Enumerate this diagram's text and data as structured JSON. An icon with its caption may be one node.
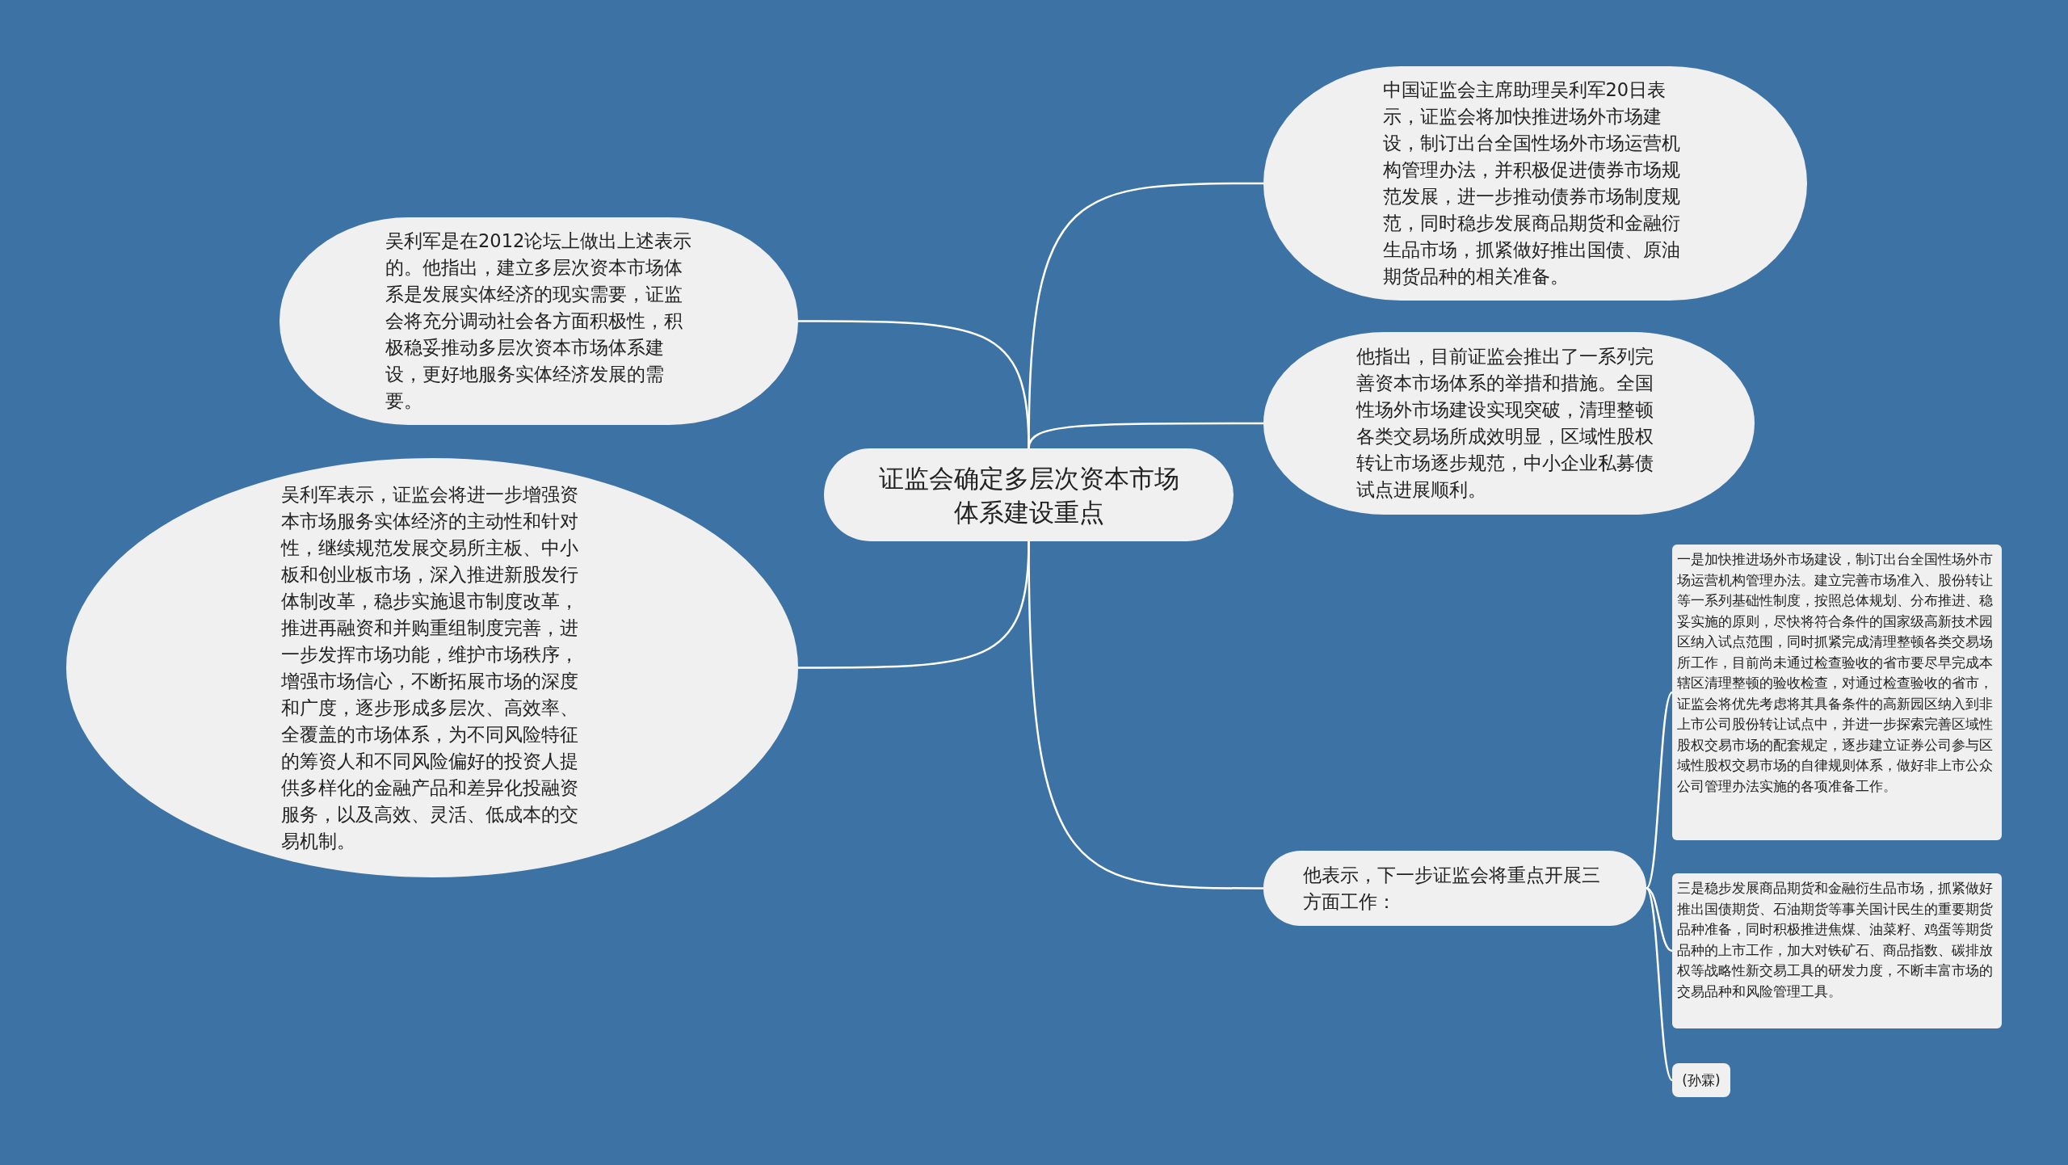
{
  "diagram": {
    "nodes": [
      {
        "text": [
          "证监会确定多层次资本市场体系建设重点"
        ]
      },
      {
        "text": [
          "中国证监会主席助理吴利军20日表示，证监会将加快推进场外市场建设，制订出台全国性场外市场运营机构管理办法，并积极促进债券市场规范发展，进一步推动债券市场制度规范，同时稳步发展商品期货和金融衍生品市场，抓紧做好推出国债、原油期货品种的相关准备。"
        ]
      },
      {
        "text": [
          "吴利军是在2012论坛上做出上述表示的。他指出，建立多层次资本市场体系是发展实体经济的现实需要，证监会将充分调动社会各方面积极性，积极稳妥推动多层次资本市场体系建设，更好地服务实体经济发展的需要。"
        ]
      },
      {
        "text": [
          "他指出，目前证监会推出了一系列完善资本市场体系的举措和措施。全国性场外市场建设实现突破，清理整顿各类交易场所成效明显，区域性股权转让市场逐步规范，中小企业私募债试点进展顺利。"
        ]
      },
      {
        "text": [
          "吴利军表示，证监会将进一步增强资本市场服务实体经济的主动性和针对性，继续规范发展交易所主板、中小板和创业板市场，深入推进新股发行体制改革，稳步实施退市制度改革，推进再融资和并购重组制度完善，进一步发挥市场功能，维护市场秩序，增强市场信心，不断拓展市场的深度和广度，逐步形成多层次、高效率、全覆盖的市场体系，为不同风险特征的筹资人和不同风险偏好的投资人提供多样化的金融产品和差异化投融资服务，以及高效、灵活、低成本的交易机制。"
        ]
      },
      {
        "text": [
          "他表示，下一步证监会将重点开展三方面工作："
        ]
      },
      {
        "text": [
          "一是加快推进场外市场建设，制订出台全国性场外市场运营机构管理办法。建立完善市场准入、股份转让等一系列基础性制度，按照总体规划、分布推进、稳妥实施的原则，尽快将符合条件的国家级高新技术园区纳入试点范围，同时抓紧完成清理整顿各类交易场所工作，目前尚未通过检查验收的省市要尽早完成本辖区清理整顿的验收检查，对通过检查验收的省市，证监会将优先考虑将其具备条件的高新园区纳入到非上市公司股份转让试点中，并进一步探索完善区域性股权交易市场的配套规定，逐步建立证券公司参与区域性股权交易市场的自律规则体系，做好非上市公众公司管理办法实施的各项准备工作。"
        ]
      },
      {
        "text": [
          "三是稳步发展商品期货和金融衍生品市场，抓紧做好推出国债期货、石油期货等事关国计民生的重要期货品种准备，同时积极推进焦煤、油菜籽、鸡蛋等期货品种的上市工作，加大对铁矿石、商品指数、碳排放权等战略性新交易工具的研发力度，不断丰富市场的交易品种和风险管理工具。"
        ]
      },
      {
        "text": [
          "(孙霖)"
        ]
      }
    ],
    "edges": [
      {
        "from": 0,
        "to": 1,
        "arrow": "none"
      },
      {
        "from": 0,
        "to": 2,
        "arrow": "none"
      },
      {
        "from": 0,
        "to": 3,
        "arrow": "none"
      },
      {
        "from": 0,
        "to": 4,
        "arrow": "none"
      },
      {
        "from": 0,
        "to": 5,
        "arrow": "none"
      },
      {
        "from": 5,
        "to": 6,
        "arrow": "none"
      },
      {
        "from": 5,
        "to": 7,
        "arrow": "none"
      },
      {
        "from": 5,
        "to": 8,
        "arrow": "none"
      }
    ]
  }
}
